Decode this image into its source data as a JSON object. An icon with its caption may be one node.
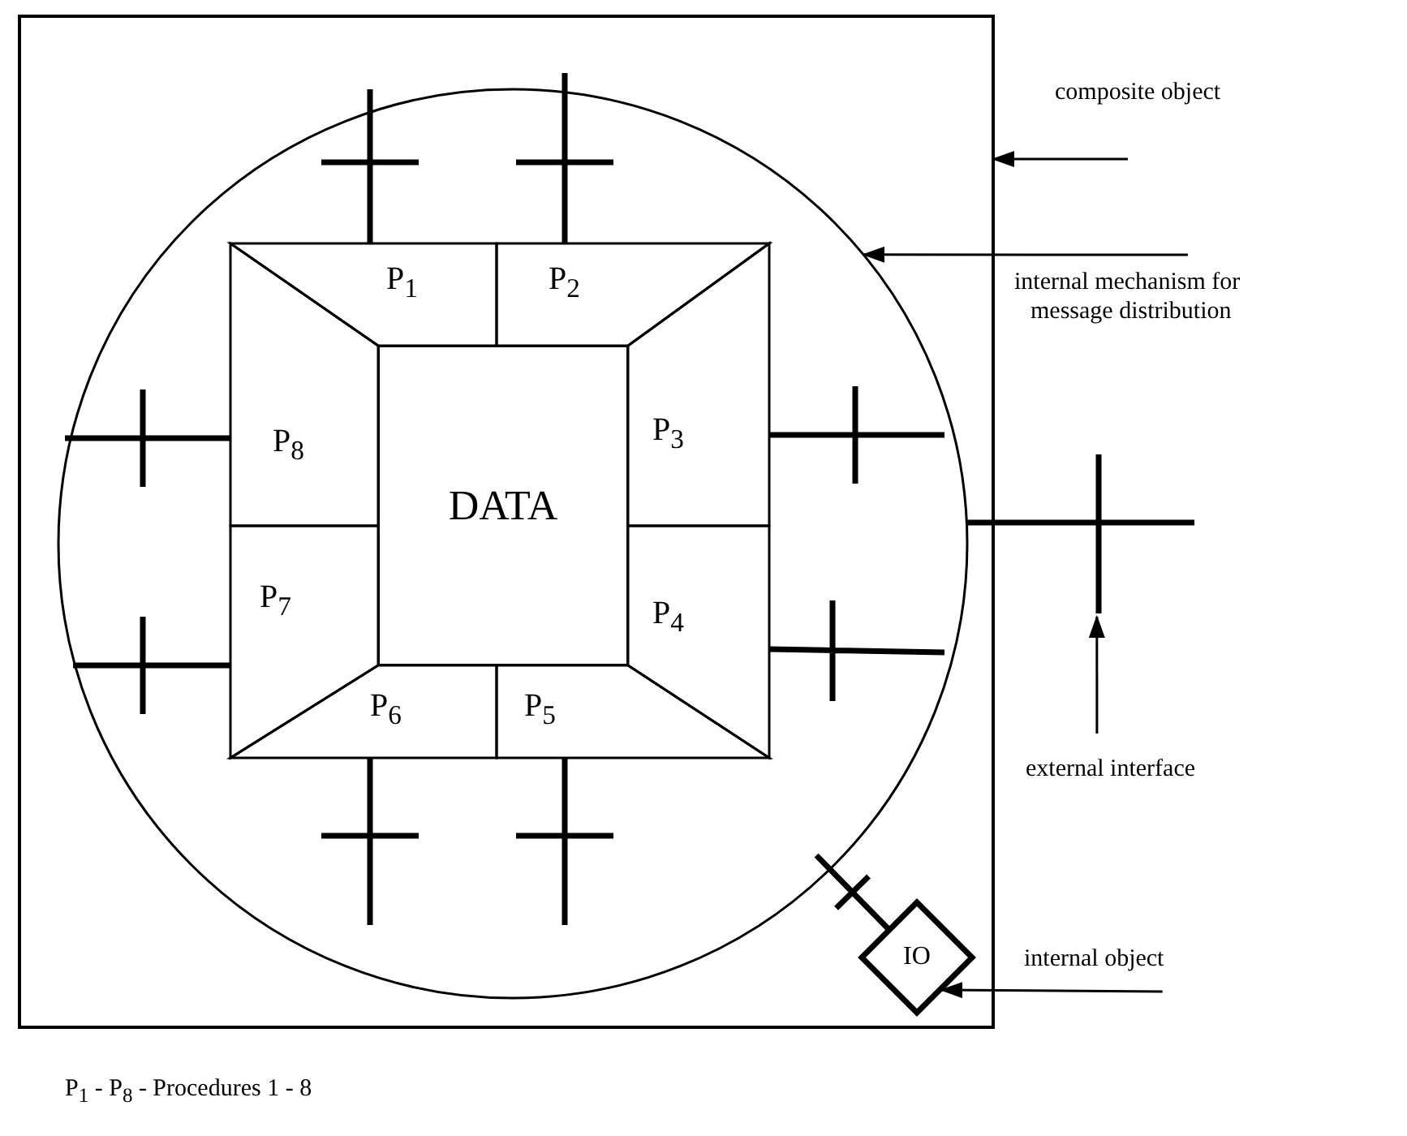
{
  "diagram": {
    "nodes": [
      {
        "text": [],
        "shape": "box"
      },
      {
        "text": [],
        "shape": "circle",
        "in": 0
      },
      {
        "text": [
          "DATA"
        ],
        "in": 1
      },
      {
        "text": [
          "P$_{1}$"
        ],
        "in": 1
      },
      {
        "text": [
          "P$_{2}$"
        ],
        "in": 1
      },
      {
        "text": [
          "P$_{3}$"
        ],
        "in": 1
      },
      {
        "text": [
          "P$_{4}$"
        ],
        "in": 1
      },
      {
        "text": [
          "P$_{5}$"
        ],
        "in": 1
      },
      {
        "text": [
          "P$_{6}$"
        ],
        "in": 1
      },
      {
        "text": [
          "P$_{7}$"
        ],
        "in": 1
      },
      {
        "text": [
          "P$_{8}$"
        ],
        "in": 1
      },
      {
        "text": [],
        "shape": "cross"
      },
      {
        "text": [
          "IO"
        ],
        "in": 0
      },
      {
        "text": [
          "composite object"
        ]
      },
      {
        "text": [
          "internal mechanism for message distribution"
        ]
      },
      {
        "text": [
          "external interface"
        ]
      },
      {
        "text": [
          "internal object"
        ]
      }
    ],
    "edges": [
      {
        "from": 13,
        "to": 0,
        "arrow": "to"
      },
      {
        "from": 14,
        "to": 1,
        "arrow": "to"
      },
      {
        "from": 15,
        "to": 11,
        "arrow": "to"
      },
      {
        "from": 16,
        "to": 12,
        "arrow": "to"
      },
      {
        "from": 1,
        "to": 12,
        "arrow": "none",
        "style": "thick"
      }
    ],
    "labels": [
      "P$_{1}$ - P$_{8}$ - Procedures 1 - 8"
    ]
  }
}
